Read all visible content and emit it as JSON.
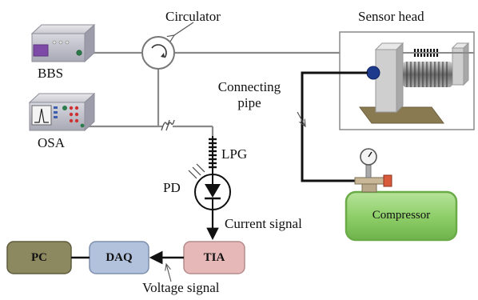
{
  "labels": {
    "bbs": "BBS",
    "osa": "OSA",
    "circulator": "Circulator",
    "sensor_head": "Sensor head",
    "connecting_pipe": "Connecting\npipe",
    "lpg": "LPG",
    "pd": "PD",
    "current_signal": "Current signal",
    "voltage_signal": "Voltage signal",
    "compressor": "Compressor",
    "pc": "PC",
    "daq": "DAQ",
    "tia": "TIA"
  },
  "colors": {
    "fiber": "#8a8a8a",
    "wire": "#111111",
    "pc_box": "#8c8860",
    "daq_box": "#b3c2dc",
    "tia_box": "#e7b8b8",
    "compressor": "#8fcf6a",
    "compressor_border": "#6aab47",
    "sensor_panel_border": "#8a8a8a",
    "gauge_knob": "#d85a3a"
  }
}
